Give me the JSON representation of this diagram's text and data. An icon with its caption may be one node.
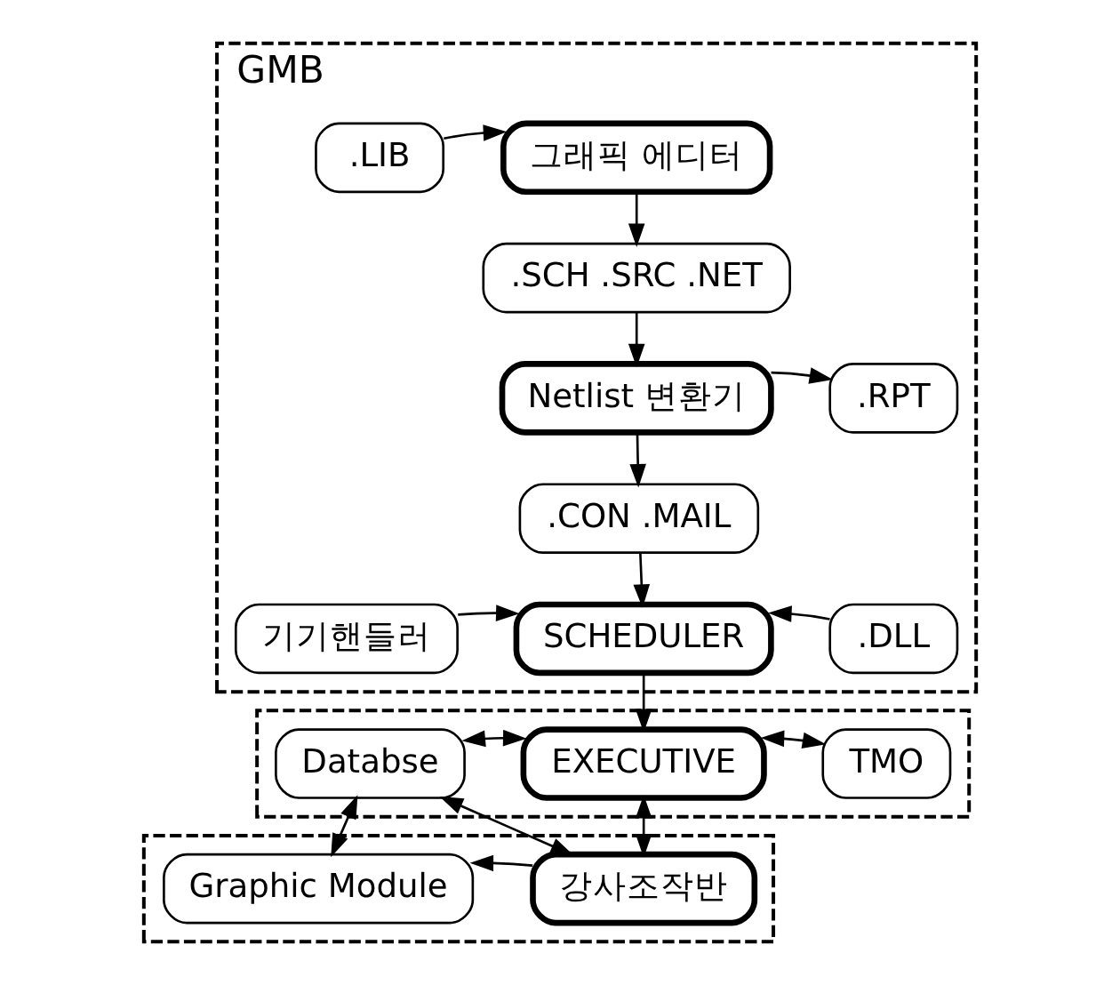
{
  "diagram": {
    "nodes": [
      {
        "text": [
          "GMB"
        ]
      },
      {
        "text": [
          ".LIB"
        ],
        "in": 0
      },
      {
        "text": [
          "그래픽 에디터"
        ],
        "in": 0
      },
      {
        "text": [
          ".SCH .SRC .NET"
        ],
        "in": 0
      },
      {
        "text": [
          "Netlist 변환기"
        ],
        "in": 0
      },
      {
        "text": [
          ".RPT"
        ],
        "in": 0
      },
      {
        "text": [
          ".CON .MAIL"
        ],
        "in": 0
      },
      {
        "text": [
          "기기핸들러"
        ],
        "in": 0
      },
      {
        "text": [
          "SCHEDULER"
        ],
        "in": 0
      },
      {
        "text": [
          ".DLL"
        ],
        "in": 0
      },
      {
        "text": [],
        "shape": "box"
      },
      {
        "text": [
          "Databse"
        ],
        "in": 10
      },
      {
        "text": [
          "EXECUTIVE"
        ],
        "in": 10
      },
      {
        "text": [
          "TMO"
        ],
        "in": 10
      },
      {
        "text": [],
        "shape": "box"
      },
      {
        "text": [
          "Graphic Module"
        ],
        "in": 14
      },
      {
        "text": [
          "강사조작반"
        ],
        "in": 14
      }
    ],
    "edges": [
      {
        "from": 1,
        "to": 2,
        "arrow": "to"
      },
      {
        "from": 2,
        "to": 3,
        "arrow": "to"
      },
      {
        "from": 3,
        "to": 4,
        "arrow": "to"
      },
      {
        "from": 4,
        "to": 5,
        "arrow": "to"
      },
      {
        "from": 4,
        "to": 6,
        "arrow": "to"
      },
      {
        "from": 6,
        "to": 8,
        "arrow": "to"
      },
      {
        "from": 7,
        "to": 8,
        "arrow": "to"
      },
      {
        "from": 9,
        "to": 8,
        "arrow": "to"
      },
      {
        "from": 8,
        "to": 12,
        "arrow": "to"
      },
      {
        "from": 11,
        "to": 12,
        "arrow": "both"
      },
      {
        "from": 12,
        "to": 13,
        "arrow": "both"
      },
      {
        "from": 11,
        "to": 15,
        "arrow": "both"
      },
      {
        "from": 11,
        "to": 16,
        "arrow": "both"
      },
      {
        "from": 12,
        "to": 16,
        "arrow": "both"
      },
      {
        "from": 16,
        "to": 15,
        "arrow": "to"
      }
    ]
  }
}
